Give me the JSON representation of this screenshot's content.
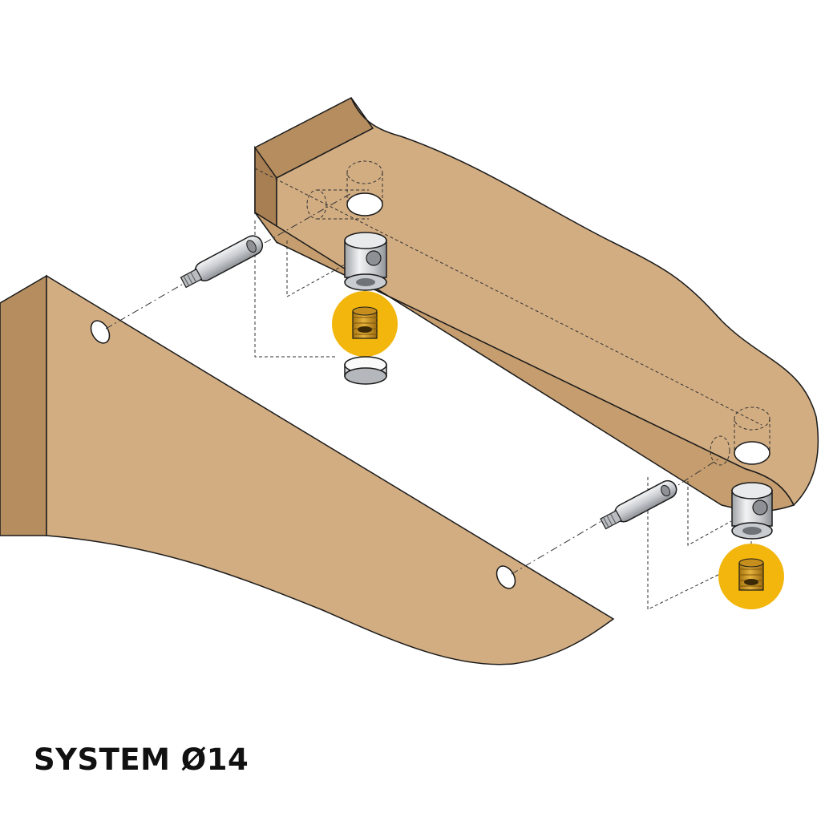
{
  "caption": "SYSTEM Ø14",
  "colors": {
    "board_face": "#d2ad82",
    "board_side": "#b58d5f",
    "board_top": "#c59d6e",
    "highlight": "#f2b60d",
    "metal": "#d6d8da",
    "outline": "#1a1a1a"
  },
  "parts": [
    "shelf-board",
    "bracket-board",
    "connecting-bolt",
    "cam-lock-housing",
    "threaded-insert",
    "cover-cap"
  ]
}
